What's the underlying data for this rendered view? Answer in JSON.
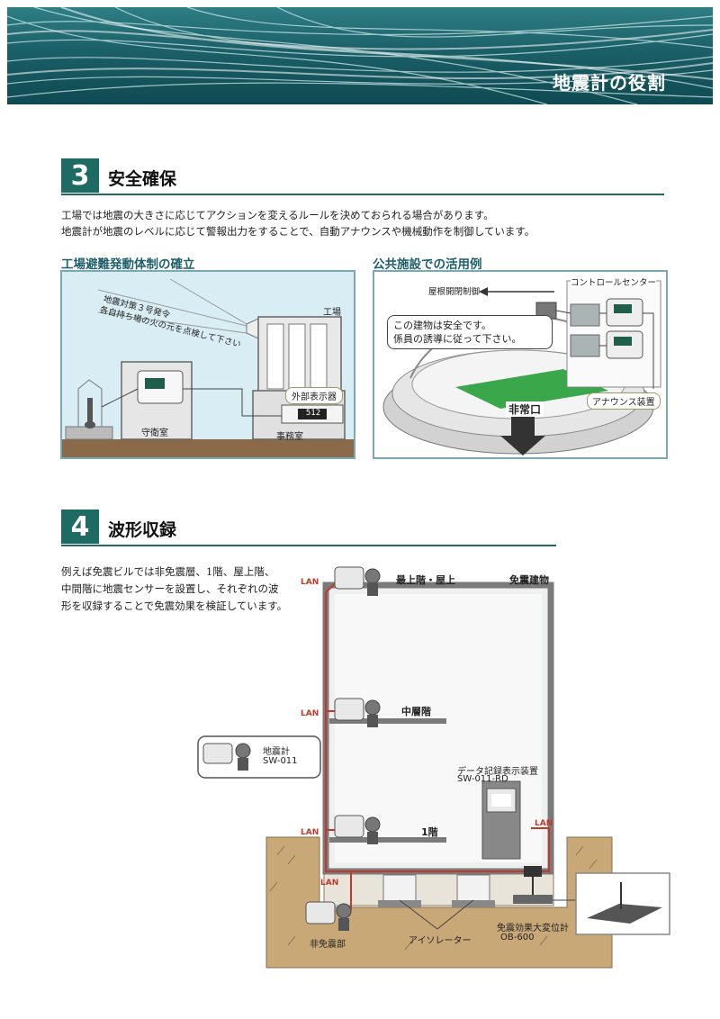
{
  "header": {
    "title": "地震計の役割"
  },
  "section3": {
    "number": "3",
    "title": "安全確保",
    "text": [
      "工場では地震の大きさに応じてアクションを変えるルールを決めておられる場合があります。",
      "地震計が地震のレベルに応じて警報出力をすることで、自動アナウンスや機械動作を制御しています。"
    ],
    "left": {
      "title": "工場避難発動体制の確立",
      "message_line1": "地震対策３号発令",
      "message_line2": "各自持ち場の火の元を点検して下さい",
      "factory": "工場",
      "external_display": "外部表示器",
      "display_digits": "512",
      "guard_room": "守衛室",
      "office": "事務室"
    },
    "right": {
      "title": "公共施設での活用例",
      "roof_control": "屋根開閉制御",
      "control_center": "コントロールセンター",
      "message_line1": "この建物は安全です。",
      "message_line2": "係員の誘導に従って下さい。",
      "announce": "アナウンス装置",
      "emergency_exit": "非常口"
    }
  },
  "section4": {
    "number": "4",
    "title": "波形収録",
    "text": [
      "例えば免震ビルでは非免震層、1階、屋上階、",
      "中間階に地震センサーを設置し、それぞれの波",
      "形を収録することで免震効果を検証しています。"
    ],
    "diagram": {
      "building": "免震建物",
      "top_floor": "最上階・屋上",
      "middle_floor": "中層階",
      "first_floor": "1階",
      "lan": "LAN",
      "seismometer_label": "地震計",
      "seismometer_model": "SW-011",
      "recorder_label": "データ記録表示装置",
      "recorder_model": "SW-011-RD",
      "non_isolated": "非免震部",
      "isolator": "アイソレーター",
      "displacement_label": "免震効果大変位計",
      "displacement_model": "OB-600"
    }
  },
  "colors": {
    "accent": "#1d6b62",
    "banner": "#1b5f67",
    "lan": "#c0392b"
  }
}
